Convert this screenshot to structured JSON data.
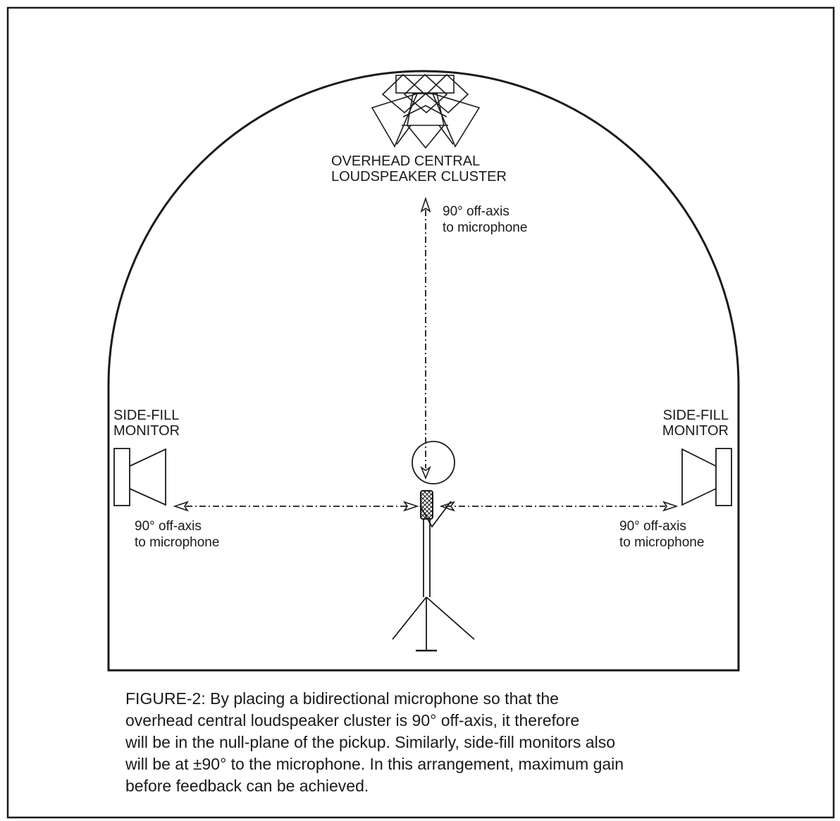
{
  "labels": {
    "overhead_line1": "OVERHEAD CENTRAL",
    "overhead_line2": "LOUDSPEAKER CLUSTER",
    "left_monitor_line1": "SIDE-FILL",
    "left_monitor_line2": "MONITOR",
    "right_monitor_line1": "SIDE-FILL",
    "right_monitor_line2": "MONITOR",
    "top_axis_line1": "90° off-axis",
    "top_axis_line2": "to microphone",
    "left_axis_line1": "90° off-axis",
    "left_axis_line2": "to microphone",
    "right_axis_line1": "90° off-axis",
    "right_axis_line2": "to microphone"
  },
  "caption": {
    "lines": [
      "FIGURE-2:  By placing a bidirectional microphone so that the",
      "overhead central loudspeaker cluster is 90° off-axis, it therefore",
      "will be in the null-plane of the pickup.  Similarly, side-fill monitors also",
      "will be at ±90° to the microphone.  In this arrangement, maximum gain",
      "before feedback can be achieved."
    ]
  },
  "colors": {
    "ink": "#1a1a1a",
    "background": "#ffffff"
  }
}
